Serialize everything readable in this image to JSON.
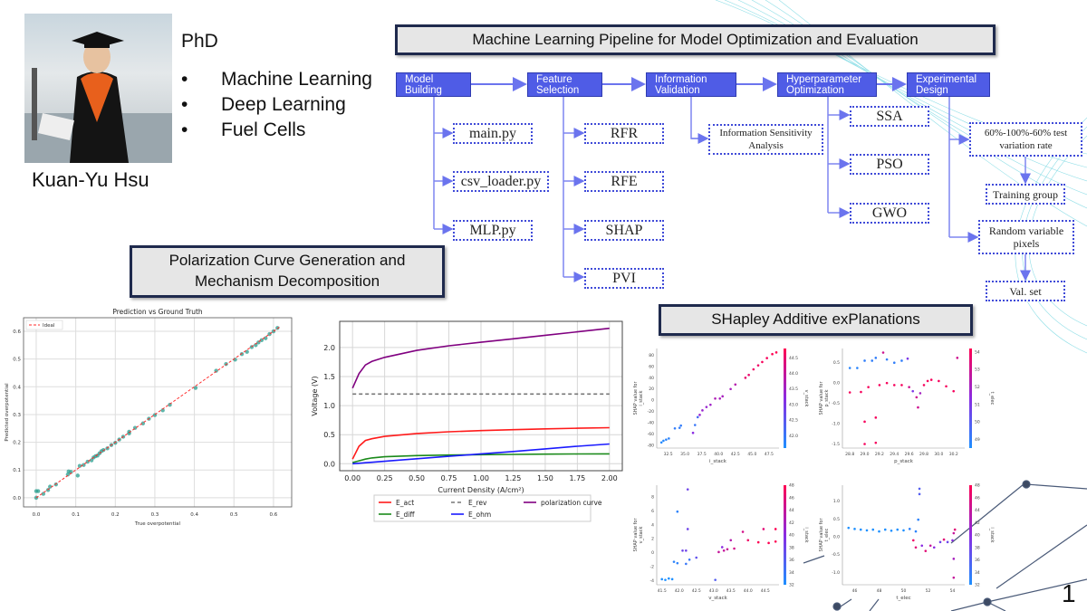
{
  "profile": {
    "name": "Kuan-Yu Hsu",
    "degree": "PhD",
    "interests": [
      "Machine Learning",
      "Deep Learning",
      "Fuel Cells"
    ],
    "bullet": "•"
  },
  "pipeline": {
    "title": "Machine Learning Pipeline for Model Optimization and Evaluation",
    "stages": [
      {
        "line1": "Model",
        "line2": "Building",
        "children": [
          "main.py",
          "csv_loader.py",
          "MLP.py"
        ]
      },
      {
        "line1": "Feature",
        "line2": "Selection",
        "children": [
          "RFR",
          "RFE",
          "SHAP",
          "PVI"
        ]
      },
      {
        "line1": "Information",
        "line2": "Validation",
        "children": [
          "Information Sensitivity Analysis"
        ]
      },
      {
        "line1": "Hyperparameter",
        "line2": "Optimization",
        "children": [
          "SSA",
          "PSO",
          "GWO"
        ]
      },
      {
        "line1": "Experimental",
        "line2": "Design",
        "children": [
          "60%-100%-60% test variation rate",
          "Training group",
          "Random variable pixels",
          "Val. set"
        ]
      }
    ],
    "colors": {
      "stage": "#4f5ce6",
      "connector": "#6b74ee",
      "dotted": "#3f4ad8"
    }
  },
  "polarization_title": "Polarization Curve Generation and Mechanism Decomposition",
  "shap_title": "SHapley Additive exPlanations",
  "slide_number": "1",
  "chart_data": [
    {
      "type": "scatter",
      "title": "Prediction vs Ground Truth",
      "xlabel": "True overpotential",
      "ylabel": "Predicted overpotential",
      "xlim": [
        -0.032,
        0.646
      ],
      "ylim": [
        -0.033,
        0.649
      ],
      "xticks": [
        0.0,
        0.1,
        0.2,
        0.3,
        0.4,
        0.5,
        0.6
      ],
      "yticks": [
        0.0,
        0.1,
        0.2,
        0.3,
        0.4,
        0.5,
        0.6
      ],
      "legend": [
        {
          "name": "Ideal",
          "color": "#ff2a2a",
          "style": "dashed"
        }
      ],
      "legend_position": "top-left",
      "grid": true,
      "point_color": "#2a9d8f",
      "points": [
        [
          0,
          0.0
        ],
        [
          0.0,
          0.024
        ],
        [
          0.005,
          0.024
        ],
        [
          0.018,
          0.014
        ],
        [
          0.03,
          0.028
        ],
        [
          0.035,
          0.04
        ],
        [
          0.05,
          0.048
        ],
        [
          0.08,
          0.084
        ],
        [
          0.082,
          0.095
        ],
        [
          0.088,
          0.093
        ],
        [
          0.105,
          0.08
        ],
        [
          0.11,
          0.115
        ],
        [
          0.12,
          0.118
        ],
        [
          0.13,
          0.13
        ],
        [
          0.14,
          0.135
        ],
        [
          0.145,
          0.145
        ],
        [
          0.15,
          0.15
        ],
        [
          0.155,
          0.152
        ],
        [
          0.16,
          0.16
        ],
        [
          0.165,
          0.168
        ],
        [
          0.17,
          0.172
        ],
        [
          0.18,
          0.178
        ],
        [
          0.19,
          0.19
        ],
        [
          0.2,
          0.198
        ],
        [
          0.21,
          0.21
        ],
        [
          0.22,
          0.22
        ],
        [
          0.235,
          0.232
        ],
        [
          0.235,
          0.238
        ],
        [
          0.25,
          0.252
        ],
        [
          0.27,
          0.268
        ],
        [
          0.285,
          0.285
        ],
        [
          0.3,
          0.298
        ],
        [
          0.32,
          0.315
        ],
        [
          0.338,
          0.335
        ],
        [
          0.403,
          0.396
        ],
        [
          0.455,
          0.458
        ],
        [
          0.48,
          0.482
        ],
        [
          0.503,
          0.498
        ],
        [
          0.52,
          0.518
        ],
        [
          0.533,
          0.526
        ],
        [
          0.545,
          0.543
        ],
        [
          0.555,
          0.55
        ],
        [
          0.562,
          0.56
        ],
        [
          0.57,
          0.568
        ],
        [
          0.58,
          0.575
        ],
        [
          0.59,
          0.59
        ],
        [
          0.6,
          0.6
        ],
        [
          0.61,
          0.612
        ]
      ]
    },
    {
      "type": "line",
      "title": "",
      "xlabel": "Current Density (A/cm²)",
      "ylabel": "Voltage (V)",
      "xlim": [
        -0.1,
        2.1
      ],
      "ylim": [
        -0.12,
        2.45
      ],
      "xticks": [
        "0.00",
        "0.25",
        "0.50",
        "0.75",
        "1.00",
        "1.25",
        "1.50",
        "1.75",
        "2.00"
      ],
      "yticks": [
        "0.0",
        "0.5",
        "1.0",
        "1.5",
        "2.0"
      ],
      "grid": true,
      "legend_position": "bottom-outside",
      "x": [
        0,
        0.05,
        0.1,
        0.15,
        0.25,
        0.5,
        0.75,
        1.0,
        1.25,
        1.5,
        1.75,
        2.0
      ],
      "series": [
        {
          "name": "E_act",
          "color": "#ff1a1a",
          "style": "solid",
          "values": [
            0.08,
            0.3,
            0.4,
            0.43,
            0.47,
            0.52,
            0.55,
            0.57,
            0.585,
            0.6,
            0.61,
            0.62
          ]
        },
        {
          "name": "E_diff",
          "color": "#1a8a1a",
          "style": "solid",
          "values": [
            0.02,
            0.05,
            0.08,
            0.1,
            0.12,
            0.14,
            0.15,
            0.155,
            0.16,
            0.165,
            0.168,
            0.17
          ]
        },
        {
          "name": "E_rev",
          "color": "#777777",
          "style": "dashed",
          "values": [
            1.2,
            1.2,
            1.2,
            1.2,
            1.2,
            1.2,
            1.2,
            1.2,
            1.2,
            1.2,
            1.2,
            1.2
          ]
        },
        {
          "name": "E_ohm",
          "color": "#1a1aff",
          "style": "solid",
          "values": [
            0,
            0.008,
            0.017,
            0.025,
            0.042,
            0.085,
            0.127,
            0.17,
            0.21,
            0.255,
            0.3,
            0.34
          ]
        },
        {
          "name": "polarization curve",
          "color": "#800080",
          "style": "solid",
          "values": [
            1.3,
            1.55,
            1.7,
            1.76,
            1.83,
            1.95,
            2.03,
            2.09,
            2.15,
            2.21,
            2.27,
            2.33
          ]
        }
      ]
    },
    {
      "type": "scatter",
      "xlabel": "i_stack",
      "ylabel": "SHAP value for\ni_stack",
      "clabel": "v_stack",
      "xlim": [
        30.8,
        49
      ],
      "ylim": [
        -85,
        92
      ],
      "xticks": [
        "32.5",
        "35.0",
        "37.5",
        "40.0",
        "42.5",
        "45.0",
        "47.5"
      ],
      "yticks": [
        "-80",
        "-60",
        "-40",
        "-20",
        "0",
        "20",
        "40",
        "60",
        "80"
      ],
      "clim": [
        41.6,
        44.8
      ],
      "cticks": [
        "42.0",
        "42.5",
        "43.0",
        "43.5",
        "44.0",
        "44.5"
      ],
      "points": [
        [
          31.5,
          -75,
          41.7
        ],
        [
          31.8,
          -72,
          41.7
        ],
        [
          32.2,
          -70,
          41.8
        ],
        [
          32.6,
          -68,
          41.8
        ],
        [
          33.5,
          -50,
          41.9
        ],
        [
          34.2,
          -49,
          41.9
        ],
        [
          34.4,
          -45,
          41.9
        ],
        [
          36.2,
          -58,
          43.2
        ],
        [
          36.5,
          -44,
          42
        ],
        [
          36.9,
          -30,
          42.2
        ],
        [
          37.2,
          -26,
          43.4
        ],
        [
          37.6,
          -18,
          43.4
        ],
        [
          38.2,
          -12,
          43.4
        ],
        [
          38.8,
          -8,
          43.5
        ],
        [
          39.5,
          3,
          43.7
        ],
        [
          40.2,
          3,
          43.6
        ],
        [
          40.6,
          7,
          43.6
        ],
        [
          41.8,
          20,
          43.6
        ],
        [
          42.5,
          28,
          43.8
        ],
        [
          44.0,
          40,
          44.5
        ],
        [
          44.5,
          45,
          44.5
        ],
        [
          45.2,
          55,
          44.6
        ],
        [
          45.9,
          62,
          44.6
        ],
        [
          46.5,
          68,
          44.7
        ],
        [
          47.2,
          75,
          44.7
        ],
        [
          48.0,
          82,
          44.8
        ],
        [
          48.6,
          85,
          44.8
        ]
      ]
    },
    {
      "type": "scatter",
      "xlabel": "p_stack",
      "ylabel": "SHAP value for\np_stack",
      "clabel": "t_elec",
      "xlim": [
        28.7,
        30.35
      ],
      "ylim": [
        -1.6,
        0.85
      ],
      "xticks": [
        "28.8",
        "29.0",
        "29.2",
        "29.4",
        "29.6",
        "29.8",
        "30.0",
        "30.2"
      ],
      "yticks": [
        "-1.5",
        "-1.0",
        "-0.5",
        "0.0",
        "0.5"
      ],
      "clim": [
        48.5,
        54.2
      ],
      "cticks": [
        "49",
        "50",
        "51",
        "52",
        "53",
        "54"
      ],
      "points": [
        [
          28.8,
          0.37,
          48.8
        ],
        [
          28.9,
          0.37,
          48.8
        ],
        [
          29.0,
          0.55,
          49
        ],
        [
          29.1,
          0.55,
          49
        ],
        [
          29.15,
          0.62,
          49
        ],
        [
          29.25,
          0.75,
          53
        ],
        [
          29.3,
          0.58,
          49
        ],
        [
          29.4,
          0.5,
          49
        ],
        [
          29.5,
          0.55,
          49
        ],
        [
          29.58,
          0.6,
          51
        ],
        [
          28.8,
          -0.23,
          54
        ],
        [
          28.95,
          -0.22,
          54
        ],
        [
          29.0,
          -0.95,
          54
        ],
        [
          29.0,
          -1.5,
          54
        ],
        [
          29.05,
          -0.1,
          54
        ],
        [
          29.15,
          -0.85,
          54
        ],
        [
          29.15,
          -1.47,
          54
        ],
        [
          29.2,
          -0.05,
          54
        ],
        [
          29.3,
          -0.0,
          54
        ],
        [
          29.4,
          -0.05,
          54
        ],
        [
          29.5,
          -0.05,
          54
        ],
        [
          29.6,
          -0.1,
          53
        ],
        [
          29.65,
          -0.2,
          51
        ],
        [
          29.7,
          -0.35,
          53
        ],
        [
          29.72,
          -0.6,
          53
        ],
        [
          29.75,
          -0.25,
          52
        ],
        [
          29.8,
          -0.05,
          54
        ],
        [
          29.85,
          0.05,
          54
        ],
        [
          29.9,
          0.08,
          54
        ],
        [
          30.0,
          0.05,
          54
        ],
        [
          30.1,
          -0.08,
          54
        ],
        [
          30.2,
          -0.2,
          54
        ],
        [
          30.25,
          0.62,
          53
        ]
      ]
    },
    {
      "type": "scatter",
      "xlabel": "v_stack",
      "ylabel": "SHAP value for\nv_stack",
      "clabel": "i_stack",
      "xlim": [
        41.35,
        44.9
      ],
      "ylim": [
        -4.6,
        9.7
      ],
      "xticks": [
        "41.5",
        "42.0",
        "42.5",
        "43.0",
        "43.5",
        "44.0",
        "44.5"
      ],
      "yticks": [
        "-4",
        "-2",
        "0",
        "2",
        "4",
        "6",
        "8"
      ],
      "clim": [
        32,
        48
      ],
      "cticks": [
        "32",
        "34",
        "36",
        "38",
        "40",
        "42",
        "44",
        "46",
        "48"
      ],
      "points": [
        [
          41.5,
          -3.8,
          32
        ],
        [
          41.6,
          -3.9,
          32
        ],
        [
          41.7,
          -3.7,
          32
        ],
        [
          41.8,
          -3.8,
          32
        ],
        [
          41.85,
          -1.3,
          33
        ],
        [
          41.95,
          -1.5,
          33
        ],
        [
          41.95,
          5.9,
          33
        ],
        [
          42.1,
          0.3,
          38
        ],
        [
          42.2,
          0.3,
          38
        ],
        [
          42.25,
          9.1,
          38
        ],
        [
          42.25,
          3.4,
          38
        ],
        [
          42.2,
          -1.6,
          34
        ],
        [
          42.3,
          -1.0,
          34
        ],
        [
          42.5,
          -0.7,
          37
        ],
        [
          43.05,
          -3.9,
          36
        ],
        [
          43.15,
          0.1,
          44
        ],
        [
          43.25,
          0.8,
          40
        ],
        [
          43.3,
          0.3,
          44
        ],
        [
          43.4,
          0.5,
          44
        ],
        [
          43.5,
          1.8,
          43
        ],
        [
          43.6,
          0.6,
          45
        ],
        [
          43.85,
          3.0,
          45
        ],
        [
          44.0,
          1.8,
          47
        ],
        [
          44.3,
          1.5,
          48
        ],
        [
          44.45,
          3.4,
          46
        ],
        [
          44.6,
          1.4,
          48
        ],
        [
          44.8,
          3.4,
          48
        ],
        [
          44.8,
          1.6,
          48
        ]
      ]
    },
    {
      "type": "scatter",
      "xlabel": "t_elec",
      "ylabel": "SHAP value for\nt_elec",
      "clabel": "i_stack",
      "xlim": [
        45,
        55
      ],
      "ylim": [
        -1.35,
        1.45
      ],
      "xticks": [
        "46",
        "48",
        "50",
        "52",
        "54"
      ],
      "yticks": [
        "-1.0",
        "-0.5",
        "0.0",
        "0.5",
        "1.0"
      ],
      "clim": [
        32,
        48
      ],
      "cticks": [
        "32",
        "34",
        "36",
        "38",
        "40",
        "42",
        "44",
        "46",
        "48"
      ],
      "points": [
        [
          45.5,
          0.25,
          32
        ],
        [
          46,
          0.22,
          32
        ],
        [
          46.5,
          0.2,
          32
        ],
        [
          47,
          0.18,
          32
        ],
        [
          47.5,
          0.2,
          32
        ],
        [
          48,
          0.15,
          32
        ],
        [
          48.5,
          0.2,
          32
        ],
        [
          49,
          0.17,
          32
        ],
        [
          49.5,
          0.2,
          32
        ],
        [
          50,
          0.18,
          32
        ],
        [
          50.5,
          0.22,
          33
        ],
        [
          51,
          0.15,
          33
        ],
        [
          51.2,
          0.48,
          33
        ],
        [
          51.3,
          1.35,
          36
        ],
        [
          51.3,
          1.2,
          36
        ],
        [
          50.8,
          -0.1,
          47
        ],
        [
          51,
          -0.3,
          46
        ],
        [
          51.5,
          -0.25,
          40
        ],
        [
          51.8,
          -0.4,
          46
        ],
        [
          52.2,
          -0.25,
          44
        ],
        [
          52.5,
          -0.3,
          40
        ],
        [
          53,
          -0.15,
          38
        ],
        [
          53.3,
          -0.08,
          46
        ],
        [
          53.6,
          -0.15,
          38
        ],
        [
          54,
          -0.1,
          40
        ],
        [
          54.1,
          0.1,
          44
        ],
        [
          54.2,
          0.2,
          46
        ],
        [
          54.1,
          -0.62,
          42
        ],
        [
          54.1,
          -1.15,
          44
        ]
      ]
    }
  ]
}
